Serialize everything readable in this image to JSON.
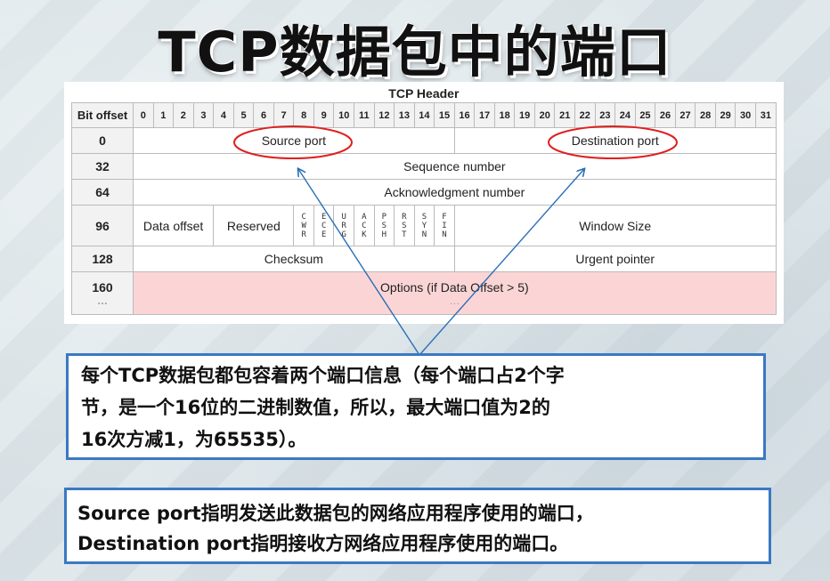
{
  "slide": {
    "title": "TCP数据包中的端口"
  },
  "table": {
    "caption": "TCP Header",
    "corner_label": "Bit offset",
    "bits": [
      "0",
      "1",
      "2",
      "3",
      "4",
      "5",
      "6",
      "7",
      "8",
      "9",
      "10",
      "11",
      "12",
      "13",
      "14",
      "15",
      "16",
      "17",
      "18",
      "19",
      "20",
      "21",
      "22",
      "23",
      "24",
      "25",
      "26",
      "27",
      "28",
      "29",
      "30",
      "31"
    ],
    "rows": {
      "r0": {
        "offset": "0",
        "source_port": "Source port",
        "destination_port": "Destination port"
      },
      "r32": {
        "offset": "32",
        "sequence_number": "Sequence number"
      },
      "r64": {
        "offset": "64",
        "ack_number": "Acknowledgment number"
      },
      "r96": {
        "offset": "96",
        "data_offset": "Data offset",
        "reserved": "Reserved",
        "flags": [
          "CWR",
          "ECE",
          "URG",
          "ACK",
          "PSH",
          "RST",
          "SYN",
          "FIN"
        ],
        "window_size": "Window Size"
      },
      "r128": {
        "offset": "128",
        "checksum": "Checksum",
        "urgent_pointer": "Urgent pointer"
      },
      "r160": {
        "offset": "160",
        "offset_more": "…",
        "options": "Options (if Data Offset > 5)",
        "options_more": "…"
      }
    }
  },
  "annotations": {
    "ellipse_color": "#e02020",
    "arrow_color": "#2a6fb8"
  },
  "notes": {
    "note1_lines": [
      "每个TCP数据包都包容着两个端口信息（每个端口占2个字",
      "节，是一个16位的二进制数值，所以，最大端口值为2的",
      "16次方减1，为65535）。"
    ],
    "note2_lines": [
      "Source port指明发送此数据包的网络应用程序使用的端口，",
      "Destination port指明接收方网络应用程序使用的端口。"
    ]
  }
}
